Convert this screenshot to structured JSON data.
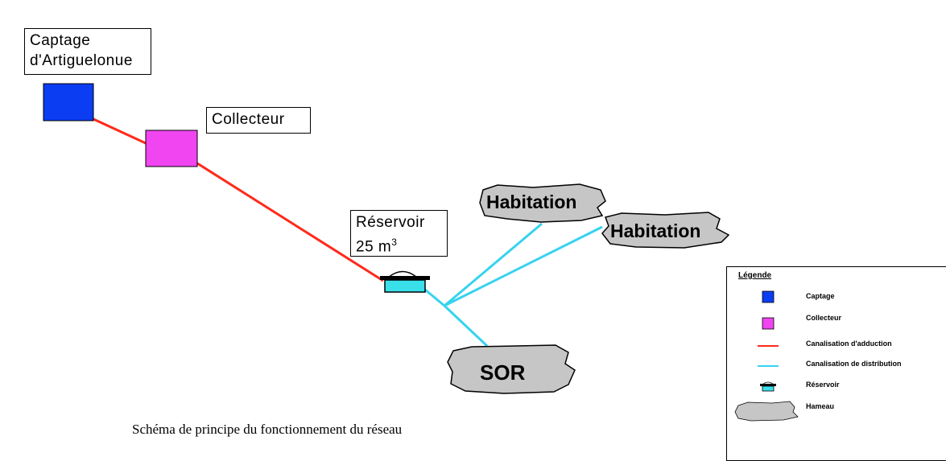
{
  "nodes": {
    "captage": {
      "label_line1": "Captage",
      "label_line2": "d'Artiguelonue",
      "color": "#0b3df2"
    },
    "collecteur": {
      "label": "Collecteur",
      "color": "#f045f0"
    },
    "reservoir": {
      "label_line1": "Réservoir",
      "label_line2": "25 m",
      "label_sup": "3",
      "color": "#39e0ea"
    },
    "hameaux": [
      {
        "label": "Habitation"
      },
      {
        "label": "Habitation"
      },
      {
        "label": "SOR"
      }
    ]
  },
  "colors": {
    "adduction": "#ff2a1a",
    "distribution": "#36d3ef",
    "hameau_fill": "#c6c6c6"
  },
  "legend": {
    "title": "Légende",
    "items": [
      {
        "label": "Captage",
        "symbol": "blue-square"
      },
      {
        "label": "Collecteur",
        "symbol": "magenta-square"
      },
      {
        "label": "Canalisation d'adduction",
        "symbol": "red-line"
      },
      {
        "label": "Canalisation de distribution",
        "symbol": "cyan-line"
      },
      {
        "label": "Réservoir",
        "symbol": "reservoir-icon"
      },
      {
        "label": "Hameau",
        "symbol": "hamlet-shape"
      }
    ]
  },
  "caption": "Schéma de principe du fonctionnement du réseau"
}
